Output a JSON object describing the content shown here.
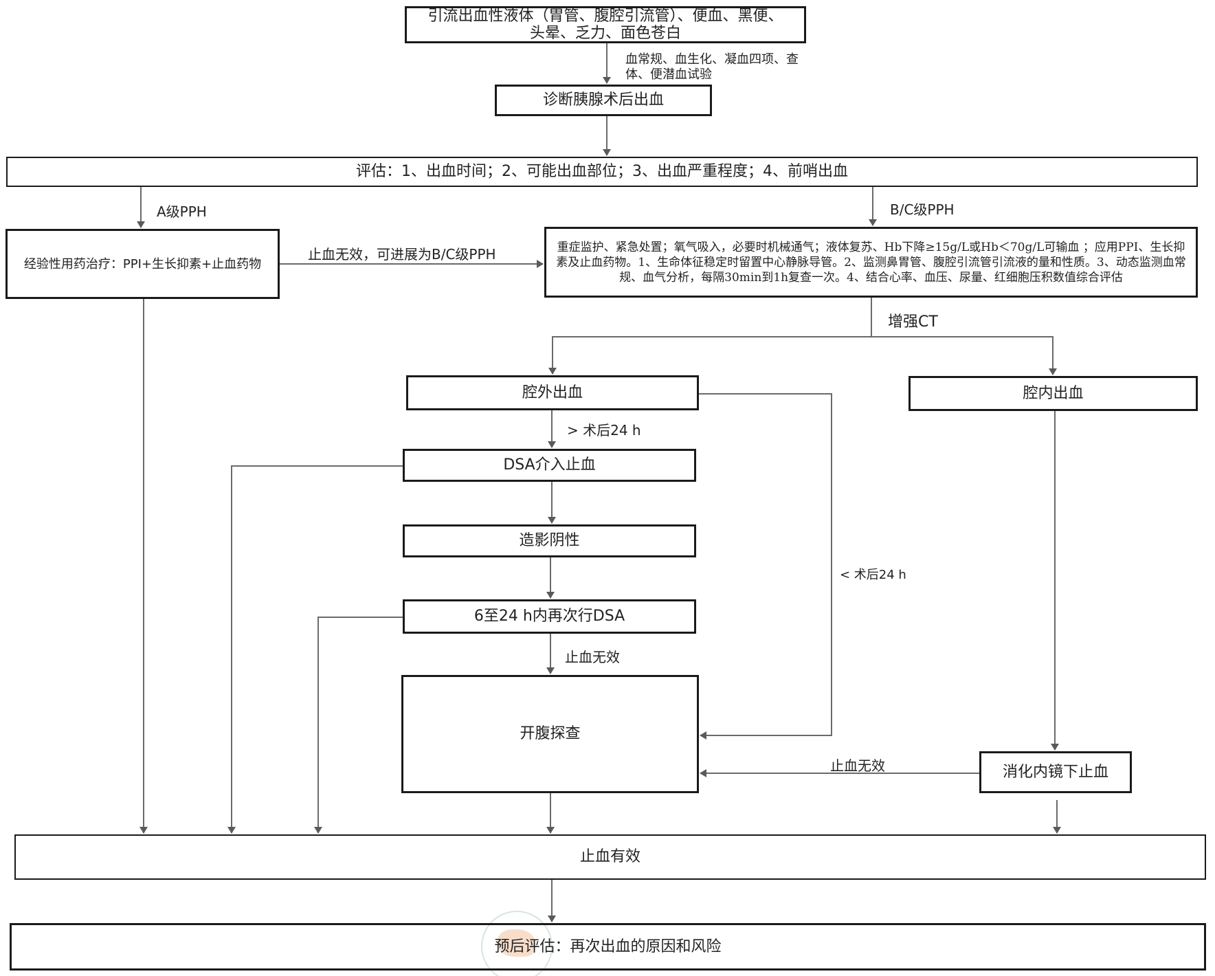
{
  "title": "胰腺术后出血诊治流程",
  "nodes": {
    "symptoms": "引流出血性液体（胃管、腹腔引流管）、便血、黑便、头晕、乏力、面色苍白",
    "diagnosis": "诊断胰腺术后出血",
    "assessment": "评估：1、出血时间；2、可能出血部位；3、出血严重程度；4、前哨出血",
    "grade_a_treatment": "经验性用药治疗：PPI+生长抑素+止血药物",
    "grade_bc_treatment": "重症监护、紧急处置；氧气吸入，必要时机械通气；液体复苏、Hb下降≥15g/L或Hb＜70g/L可输血 ；应用PPI、生长抑素及止血药物。1、生命体征稳定时留置中心静脉导管。2、监测鼻胃管、腹腔引流管引流液的量和性质。3、动态监测血常规、血气分析，每隔30min到1h复查一次。4、结合心率、血压、尿量、红细胞压积数值综合评估",
    "extraluminal": "腔外出血",
    "intraluminal": "腔内出血",
    "dsa": "DSA介入止血",
    "angio_negative": "造影阴性",
    "repeat_dsa": "6至24 h内再次行DSA",
    "laparotomy": "开腹探查",
    "endoscopy": "消化内镜下止血",
    "hemostasis_effective": "止血有效",
    "prognosis": "预后评估：再次出血的原因和风险"
  },
  "edges": {
    "tests": "血常规、血生化、凝血四项、查体、便潜血试验",
    "grade_a": "A级PPH",
    "grade_bc": "B/C级PPH",
    "a_to_bc": "止血无效，可进展为B/C级PPH",
    "ct": "增强CT",
    "after_24h": "> 术后24 h",
    "within_24h": "< 术后24 h",
    "dsa_ineffective": "止血无效",
    "endo_ineffective": "止血无效"
  },
  "colors": {
    "line": "#666666",
    "border": "#1a1a1a",
    "arrow": "#5a5a5a"
  }
}
